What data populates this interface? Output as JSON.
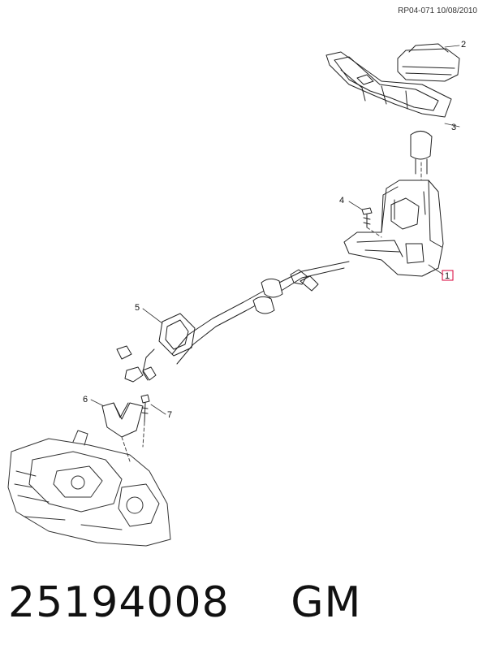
{
  "header": {
    "drawing_code": "RP04-071 10/08/2010"
  },
  "callouts": [
    {
      "id": "callout-1",
      "label": "1"
    },
    {
      "id": "callout-2",
      "label": "2"
    },
    {
      "id": "callout-3",
      "label": "3"
    },
    {
      "id": "callout-4",
      "label": "4"
    },
    {
      "id": "callout-5",
      "label": "5"
    },
    {
      "id": "callout-6",
      "label": "6"
    },
    {
      "id": "callout-7",
      "label": "7"
    }
  ],
  "highlight_color": "#d9003a",
  "footer": {
    "part_number": "25194008",
    "brand": "GM"
  }
}
